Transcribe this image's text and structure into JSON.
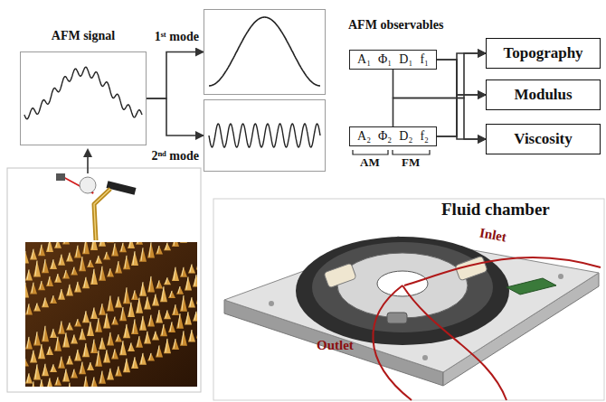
{
  "diagram": {
    "nodes": [
      {
        "text": [
          "AFM signal"
        ]
      },
      {
        "text": [
          "1ˢᵗ mode"
        ]
      },
      {
        "text": [
          "2ⁿᵈ mode"
        ]
      },
      {
        "text": [
          "AFM observables",
          "A₁",
          "Φ₁",
          "D₁",
          "f₁"
        ]
      },
      {
        "text": [
          "A₂",
          "Φ₂",
          "D₂",
          "f₂"
        ]
      },
      {
        "text": [
          "Topography"
        ]
      },
      {
        "text": [
          "Modulus"
        ]
      },
      {
        "text": [
          "Viscosity"
        ]
      }
    ],
    "edges": [
      {
        "from": 0,
        "to": 1,
        "arrow": "to"
      },
      {
        "from": 0,
        "to": 2,
        "arrow": "to"
      },
      {
        "from": 3,
        "to": 5,
        "arrow": "to"
      },
      {
        "from": 3,
        "to": 6,
        "arrow": "to"
      },
      {
        "from": 3,
        "to": 7,
        "arrow": "to"
      },
      {
        "from": 4,
        "to": 5,
        "arrow": "to"
      },
      {
        "from": 4,
        "to": 6,
        "arrow": "to"
      },
      {
        "from": 4,
        "to": 7,
        "arrow": "to"
      }
    ],
    "labels": [
      "AM",
      "FM",
      "Fluid chamber",
      "Inlet",
      "Outlet"
    ]
  }
}
